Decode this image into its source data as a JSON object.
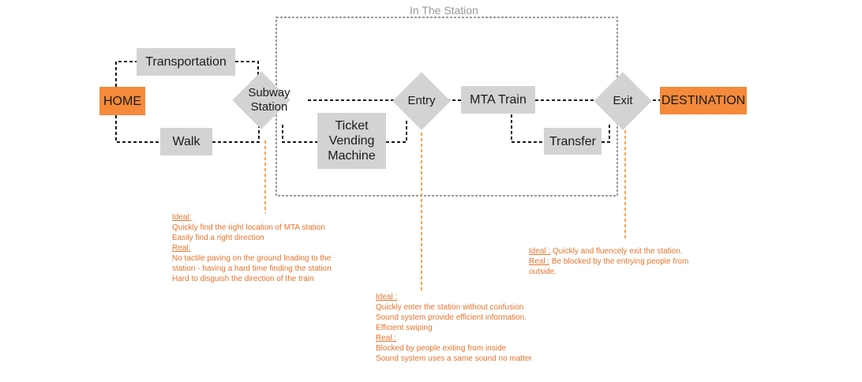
{
  "region": {
    "title": "In The Station"
  },
  "nodes": {
    "home": "HOME",
    "transportation": "Transportation",
    "walk": "Walk",
    "subway_station": [
      "Subway",
      "Station"
    ],
    "ticket_machine": [
      "Ticket",
      "Vending",
      "Machine"
    ],
    "entry": "Entry",
    "mta_train": "MTA Train",
    "transfer": "Transfer",
    "exit": "Exit",
    "destination": "DESTINATION"
  },
  "notes": {
    "subway": {
      "ideal_label": "Ideal:",
      "ideal": [
        "Quickly find the right location of MTA station",
        "Easily find a right direction"
      ],
      "real_label": "Real:",
      "real": [
        "No tactile paving on the ground leading to the",
        "station - having a hard time finding the station",
        "Hard to disguish the direction of the train"
      ]
    },
    "entry": {
      "ideal_label": "Ideal :",
      "ideal": [
        "Quickly enter the station without confusion",
        "Sound system provide efficient information.",
        "Efficient swiping"
      ],
      "real_label": "Real :",
      "real": [
        "Blocked by people exiting from inside",
        "Sound system uses a same sound no matter"
      ]
    },
    "exit": {
      "ideal_label": "Ideal :",
      "ideal_text": " Quickly and fluencely exit the station.",
      "real_label": "Real :",
      "real_text": " Be blocked by the entrying people from",
      "real_cont": "outside."
    }
  },
  "colors": {
    "accent": "#f58a3b",
    "node": "#d3d3d3",
    "note_text": "#e8732b",
    "connector": "#1a1a1a",
    "region_border": "#9a9a9a"
  }
}
